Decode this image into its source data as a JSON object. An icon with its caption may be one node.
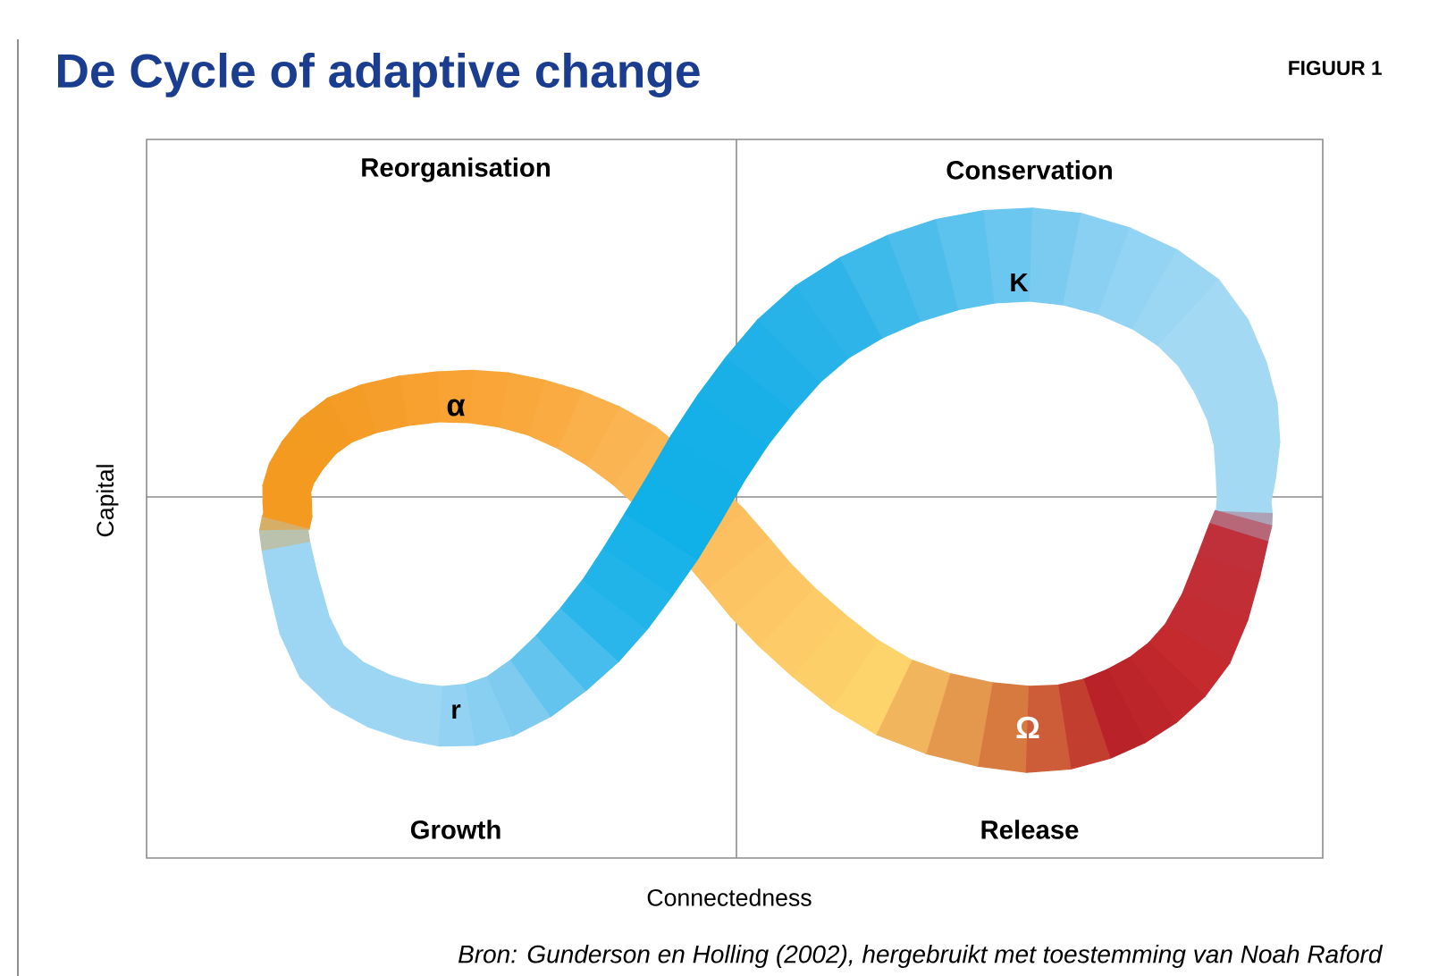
{
  "diagram": {
    "title": "De Cycle of adaptive change",
    "caption": "Bron: Gunderson en Holling (2002), hergebruikt met toestemming van Noah Raford",
    "labels": [
      "FIGUUR 1",
      "Reorganisation",
      "Conservation",
      "K",
      "α",
      "Capital",
      "r",
      "Ω",
      "Growth",
      "Release",
      "Connectedness"
    ]
  }
}
